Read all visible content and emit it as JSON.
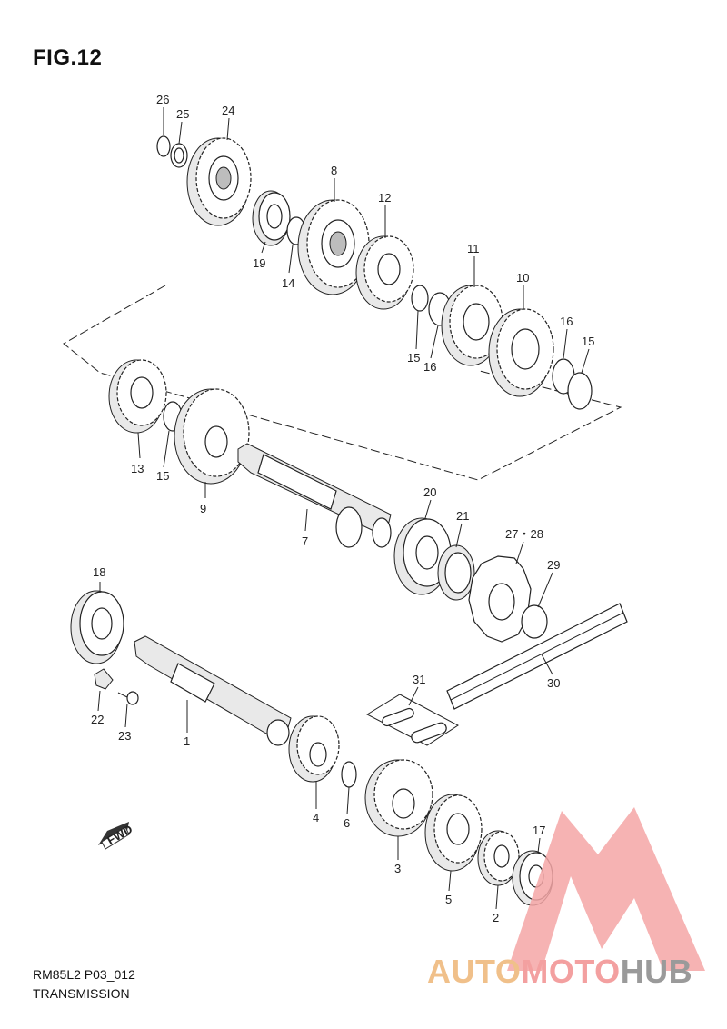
{
  "figure": {
    "title": "FIG.12",
    "model_code": "RM85L2 P03_012",
    "section": "TRANSMISSION",
    "fwd_mark": "FWD"
  },
  "callouts": [
    "26",
    "25",
    "24",
    "8",
    "12",
    "19",
    "14",
    "11",
    "10",
    "16",
    "15",
    "15",
    "16",
    "13",
    "15",
    "9",
    "7",
    "20",
    "21",
    "27・28",
    "29",
    "18",
    "30",
    "31",
    "22",
    "23",
    "1",
    "4",
    "6",
    "3",
    "5",
    "17",
    "2"
  ],
  "logo": {
    "part1": "AUTO",
    "part2": "MOTO",
    "part3": "HUB",
    "colors": {
      "auto": "#f0c08a",
      "moto": "#f3a0a0",
      "hub": "#9a9a9a",
      "triangle": "#f4a6a6"
    }
  }
}
